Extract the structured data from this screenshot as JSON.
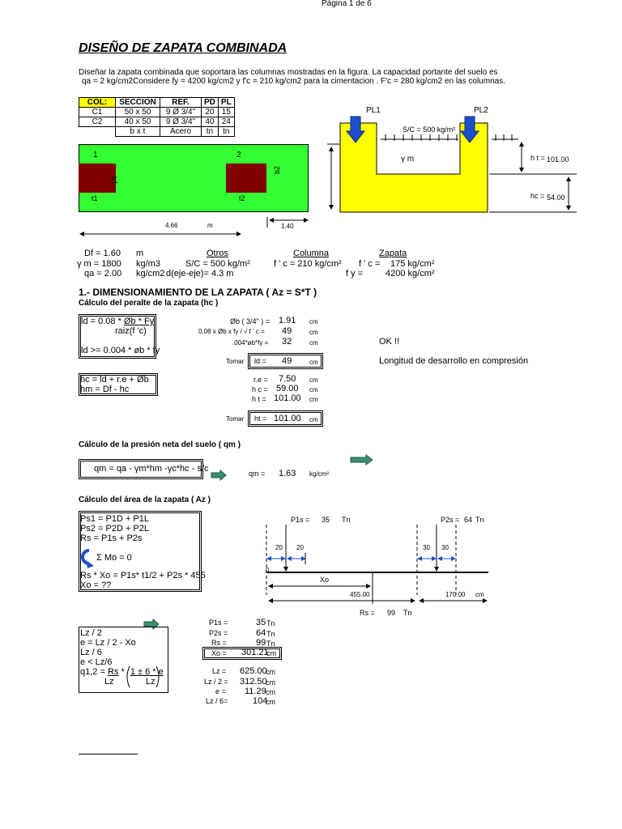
{
  "header": {
    "page": "Página 1 de 6"
  },
  "title": "DISEÑO DE ZAPATA COMBINADA",
  "intro": {
    "line1": "Diseñar la zapata combinada que soportara las columnas mostradas en la figura. La capacidad portante del suelo es",
    "line2": "qa = 2 kg/cm2Considere fy = 4200 kg/cm2 y f'c = 210 kg/cm2 para la cimentacion . F'c = 280 kg/cm2  en las columnas."
  },
  "column_table": {
    "headers": [
      "COL:",
      "SECCION",
      "REF.",
      "PD",
      "PL"
    ],
    "rows": [
      [
        "C1",
        "50  x  50",
        "9 Ø 3/4\"",
        "20",
        "15"
      ],
      [
        "C2",
        "40  x  50",
        "9 Ø 3/4\"",
        "40",
        "24"
      ],
      [
        "",
        "b   x   t",
        "Acero",
        "tn",
        "tn"
      ]
    ]
  },
  "plan": {
    "col1": "1",
    "col2": "2",
    "b1": "b1",
    "b2": "b2",
    "t1": "t1",
    "t2": "t2",
    "dist": "4.66",
    "dist_unit": "m",
    "overhang": "1.40"
  },
  "section": {
    "pl1": "PL1",
    "pl2": "PL2",
    "sc": "S/C =  500  kg/m²",
    "gamma": "γ  m",
    "ht_label": "h t =",
    "ht_value": "101.00",
    "hc_label": "hc =",
    "hc_value": "54.00"
  },
  "params": {
    "df": "Df = 1.60",
    "df_u": "m",
    "gm": "γ  m = 1800",
    "gm_u": "kg/m3",
    "qa": "qa = 2.00",
    "qa_u": "kg/cm2",
    "otros": "Otros",
    "sc": "S/C =  500  kg/m²",
    "dee": "d(eje-eje)=     4.3 m",
    "columna": "Columna",
    "fc_col": "f ' c = 210 kg/cm²",
    "zapata": "Zapata",
    "fc_zap_l": "f ' c =",
    "fc_zap_v": "175 kg/cm²",
    "fy_l": "f y   =",
    "fy_v": "4200 kg/cm²"
  },
  "s1": {
    "title": "1.- DIMENSIONAMIENTO DE LA ZAPATA ( Az = S*T )",
    "sub": "Cálculo del peralte de la zapata (hc )"
  },
  "ld": {
    "f1a": "ld = 0.08 * ",
    "f1b": "Øb * Fy",
    "f1c": "raiz(f 'c)",
    "f2": "ld >= 0.004 * øb * fy",
    "r1l": "Øb ( 3/4\" ) =",
    "r1v": "1.91",
    "r1u": "cm",
    "r2l": "0.08 x Øb x fy  / √ f ' c =",
    "r2v": "49",
    "r2u": "cm",
    "r3l": ".004*øb*fy =",
    "r3v": "32",
    "r3u": "cm",
    "ok": "OK !!",
    "tomar": "Tomar",
    "t_l": "ld =",
    "t_v": "49",
    "t_u": "cm",
    "note": "Longitud de desarrollo en compresión"
  },
  "hc": {
    "f1": "hc = ld + r.e + Øb",
    "f2": "hm = Df - hc",
    "re_l": "r.e =",
    "re_v": "7.50",
    "re_u": "cm",
    "hc_l": "h c =",
    "hc_v": "59.00",
    "hc_u": "cm",
    "ht_l": "h t =",
    "ht_v": "101.00",
    "ht_u": "cm",
    "tomar": "Tomar",
    "t_l": "ht =",
    "t_v": "101.00",
    "t_u": "cm"
  },
  "qm": {
    "title": "Cálculo de la presión neta del suelo ( qm )",
    "formula": "qm = qa - γm*hm -γc*hc - s/c",
    "label": "qm =",
    "value": "1.63",
    "unit": "kg/cm²"
  },
  "az": {
    "title": "Cálculo del área de la zapata ( Az )",
    "f1": "Ps1 = P1D + P1L",
    "f2": "Ps2 = P2D + P2L",
    "f3": "Rs = P1s + P2s",
    "f4": "Σ  Mo = 0",
    "f5": "Rs * Xo = P1s* t1/2 + P2s * 455",
    "f6": "Xo = ??"
  },
  "diagram": {
    "p1": "P1s =",
    "p1v": "35",
    "p1u": "Tn",
    "p2": "P2s =",
    "p2v": "64",
    "p2u": "Tn",
    "d20a": "20",
    "d20b": "20",
    "d30a": "30",
    "d30b": "30",
    "xo": "Xo",
    "span": "455.00",
    "right": "170.00",
    "right_u": "cm",
    "rs": "Rs =",
    "rsv": "99",
    "rsu": "Tn",
    "zero": "0"
  },
  "lz": {
    "f1": "Lz / 2",
    "f2": "e = Lz / 2 - Xo",
    "f3": "Lz / 6",
    "f4": "e < Lz/6",
    "f5a": "q1,2 = ",
    "f5b": "Rs",
    "f5c": " * ",
    "f5d": "1 ± 6 * e",
    "f5e": "Lz",
    "f5f": "Lz"
  },
  "results": {
    "p1s_l": "P1s =",
    "p1s_v": "35",
    "p1s_u": "Tn",
    "p2s_l": "P2s =",
    "p2s_v": "64",
    "p2s_u": "Tn",
    "rs_l": "Rs =",
    "rs_v": "99",
    "rs_u": "Tn",
    "xo_l": "Xo =",
    "xo_v": "301.21",
    "xo_u": "cm",
    "lz_l": "Lz =",
    "lz_v": "625.00",
    "lz_u": "cm",
    "lz2_l": "Lz / 2 =",
    "lz2_v": "312.50",
    "lz2_u": "cm",
    "e_l": "e =",
    "e_v": "11.29",
    "e_u": "cm",
    "lz6_l": "Lz / 6=",
    "lz6_v": "104",
    "lz6_u": "cm"
  },
  "colors": {
    "green": "#33ff33",
    "yellow": "#ffff00",
    "column": "#800000",
    "arrow_blue": "#1f4fc8",
    "arrow_green": "#3a8f6a"
  }
}
